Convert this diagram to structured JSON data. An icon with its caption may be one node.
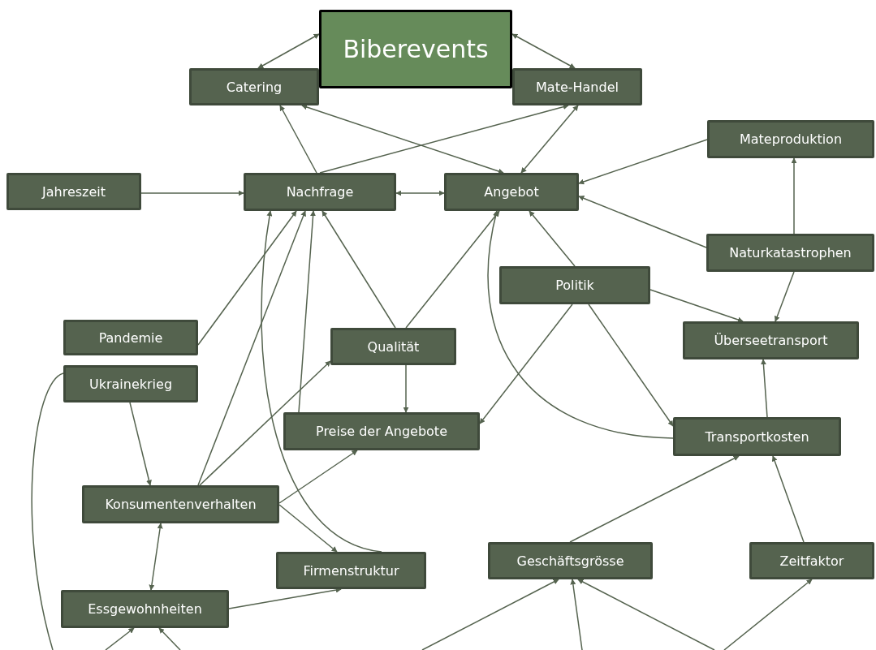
{
  "diagram": {
    "nodes": [
      {
        "text": [
          "Biberevents"
        ]
      },
      {
        "text": [
          "Catering"
        ]
      },
      {
        "text": [
          "Mate-Handel"
        ]
      },
      {
        "text": [
          "Mateproduktion"
        ]
      },
      {
        "text": [
          "Jahreszeit"
        ]
      },
      {
        "text": [
          "Nachfrage"
        ]
      },
      {
        "text": [
          "Angebot"
        ]
      },
      {
        "text": [
          "Naturkatastrophen"
        ]
      },
      {
        "text": [
          "Politik"
        ]
      },
      {
        "text": [
          "Pandemie"
        ]
      },
      {
        "text": [
          "Qualität"
        ]
      },
      {
        "text": [
          "Überseetransport"
        ]
      },
      {
        "text": [
          "Ukrainekrieg"
        ]
      },
      {
        "text": [
          "Preise der Angebote"
        ]
      },
      {
        "text": [
          "Transportkosten"
        ]
      },
      {
        "text": [
          "Konsumentenverhalten"
        ]
      },
      {
        "text": [
          "Geschäftsgrösse"
        ]
      },
      {
        "text": [
          "Zeitfaktor"
        ]
      },
      {
        "text": [
          "Firmenstruktur"
        ]
      },
      {
        "text": [
          "Essgewohnheiten"
        ]
      }
    ],
    "edges": [
      {
        "from": 0,
        "to": 1,
        "arrow": "both"
      },
      {
        "from": 0,
        "to": 2,
        "arrow": "both"
      },
      {
        "from": 5,
        "to": 1,
        "arrow": "to"
      },
      {
        "from": 5,
        "to": 2,
        "arrow": "to"
      },
      {
        "from": 1,
        "to": 6,
        "arrow": "both"
      },
      {
        "from": 2,
        "to": 6,
        "arrow": "both"
      },
      {
        "from": 4,
        "to": 5,
        "arrow": "to"
      },
      {
        "from": 5,
        "to": 6,
        "arrow": "both"
      },
      {
        "from": 3,
        "to": 6,
        "arrow": "to"
      },
      {
        "from": 7,
        "to": 6,
        "arrow": "to"
      },
      {
        "from": 7,
        "to": 3,
        "arrow": "to"
      },
      {
        "from": 8,
        "to": 6,
        "arrow": "to"
      },
      {
        "from": 7,
        "to": 11,
        "arrow": "to"
      },
      {
        "from": 8,
        "to": 11,
        "arrow": "to"
      },
      {
        "from": 10,
        "to": 5,
        "arrow": "to"
      },
      {
        "from": 10,
        "to": 6,
        "arrow": "to"
      },
      {
        "from": 10,
        "to": 13,
        "arrow": "to"
      },
      {
        "from": 8,
        "to": 13,
        "arrow": "to"
      },
      {
        "from": 8,
        "to": 14,
        "arrow": "to"
      },
      {
        "from": 14,
        "to": 6,
        "arrow": "to"
      },
      {
        "from": 14,
        "to": 11,
        "arrow": "to"
      },
      {
        "from": 9,
        "to": 5,
        "arrow": "to"
      },
      {
        "from": 12,
        "to": 15,
        "arrow": "to"
      },
      {
        "from": 15,
        "to": 5,
        "arrow": "to"
      },
      {
        "from": 15,
        "to": 10,
        "arrow": "to"
      },
      {
        "from": 13,
        "to": 5,
        "arrow": "to"
      },
      {
        "from": 18,
        "to": 5,
        "arrow": "to"
      },
      {
        "from": 15,
        "to": 13,
        "arrow": "to"
      },
      {
        "from": 15,
        "to": 18,
        "arrow": "to"
      },
      {
        "from": 15,
        "to": 19,
        "arrow": "both"
      },
      {
        "from": 19,
        "to": 18,
        "arrow": "to"
      },
      {
        "from": 16,
        "to": 14,
        "arrow": "to"
      },
      {
        "from": 17,
        "to": 14,
        "arrow": "to"
      },
      {
        "from": 12,
        "to": null,
        "arrow": "none"
      },
      {
        "from": null,
        "to": 19,
        "arrow": "to"
      },
      {
        "from": null,
        "to": 19,
        "arrow": "to"
      },
      {
        "from": null,
        "to": 16,
        "arrow": "to"
      },
      {
        "from": null,
        "to": 16,
        "arrow": "to"
      },
      {
        "from": null,
        "to": 16,
        "arrow": "to"
      },
      {
        "from": null,
        "to": 17,
        "arrow": "to"
      }
    ]
  }
}
